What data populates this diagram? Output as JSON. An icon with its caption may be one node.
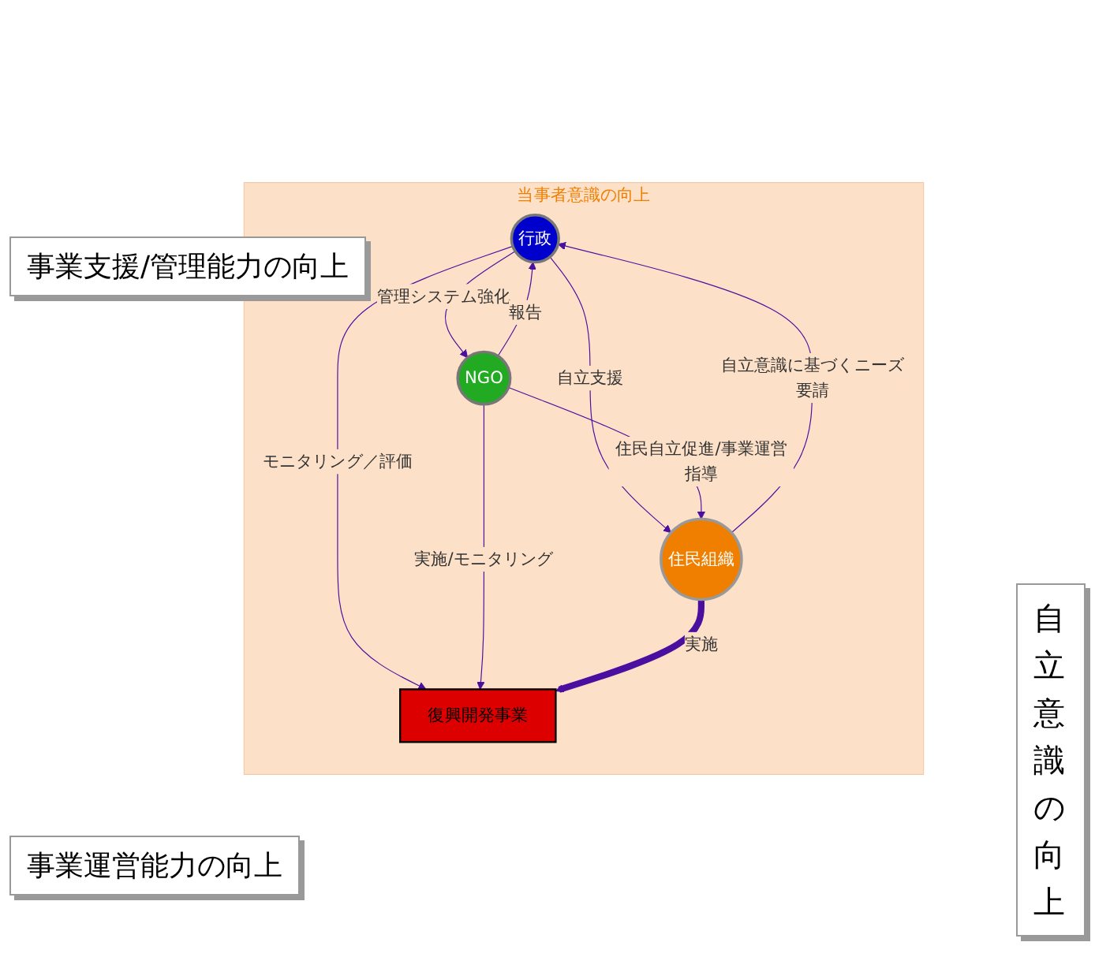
{
  "diagram": {
    "nodes": [
      {
        "text": [
          "当事者意識の向上"
        ]
      },
      {
        "text": [
          "行政"
        ],
        "in": 0
      },
      {
        "text": [
          "復興開発事業"
        ],
        "in": 0
      },
      {
        "text": [
          "NGO"
        ],
        "in": 0
      },
      {
        "text": [
          "住民組織"
        ],
        "in": 0
      }
    ],
    "edges": [
      {
        "from": 1,
        "to": 3,
        "arrow": "to",
        "label": "管理システム強化"
      },
      {
        "from": 3,
        "to": 1,
        "arrow": "to",
        "label": "報告"
      },
      {
        "from": 1,
        "to": 2,
        "arrow": "to",
        "label": "モニタリング／評価"
      },
      {
        "from": 3,
        "to": 2,
        "arrow": "to",
        "label": "実施/モニタリング"
      },
      {
        "from": 4,
        "to": 2,
        "arrow": "to",
        "label": "実施",
        "style": "thick"
      },
      {
        "from": 1,
        "to": 4,
        "arrow": "to",
        "label": "自立支援"
      },
      {
        "from": 4,
        "to": 1,
        "arrow": "to",
        "label": "自立意識に基づくニーズ要請"
      },
      {
        "from": 3,
        "to": 4,
        "arrow": "to",
        "label": "住民自立促進/事業運営指導"
      }
    ],
    "labels": [
      "事業支援/管理能力の向上",
      "事業運営能力の向上",
      "自立意識の向上"
    ]
  }
}
